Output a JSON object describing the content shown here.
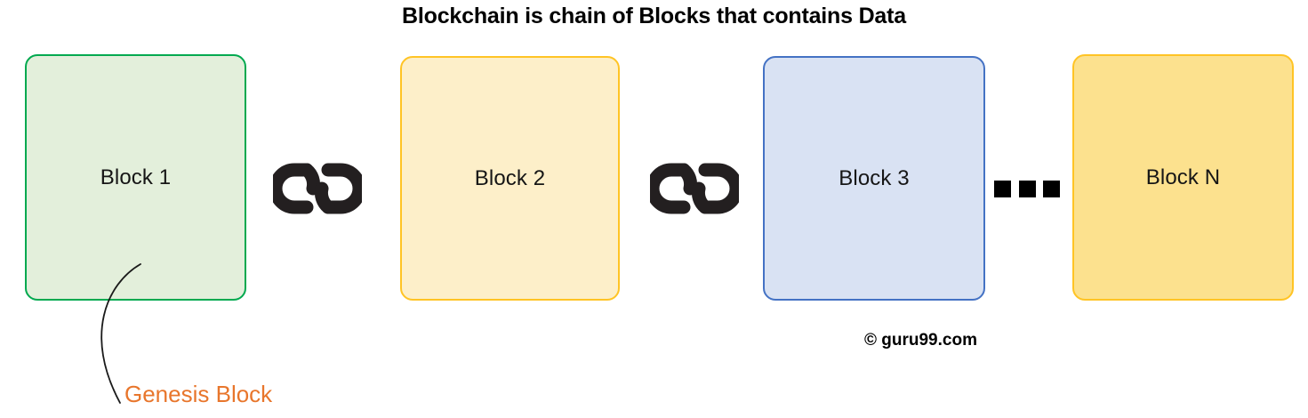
{
  "diagram": {
    "title": "Blockchain is chain of Blocks that contains Data",
    "blocks": [
      {
        "label": "Block 1",
        "fill": "#E3EFDB",
        "border": "#00A94F",
        "name": "genesis"
      },
      {
        "label": "Block 2",
        "fill": "#FDEFC9",
        "border": "#FFC425",
        "name": "second"
      },
      {
        "label": "Block 3",
        "fill": "#D9E2F3",
        "border": "#4472C4",
        "name": "third"
      },
      {
        "label": "Block N",
        "fill": "#FCE18E",
        "border": "#FFC425",
        "name": "nth"
      }
    ],
    "connectors": [
      {
        "icon": "chain-link-icon",
        "between": "Block 1 and Block 2"
      },
      {
        "icon": "chain-link-icon",
        "between": "Block 2 and Block 3"
      },
      {
        "icon": "ellipsis-squares",
        "between": "Block 3 and Block N"
      }
    ],
    "annotation": {
      "label": "Genesis Block",
      "color": "#E8762C",
      "points_to": "Block 1"
    },
    "watermark": "© guru99.com",
    "colors": {
      "title_text": "#000000",
      "block_text": "#161616",
      "annotation_text": "#E8762C",
      "leader_line": "#1a1a1a",
      "chain_icon": "#231f20",
      "ellipsis": "#000000",
      "background": "#FFFFFF"
    }
  }
}
